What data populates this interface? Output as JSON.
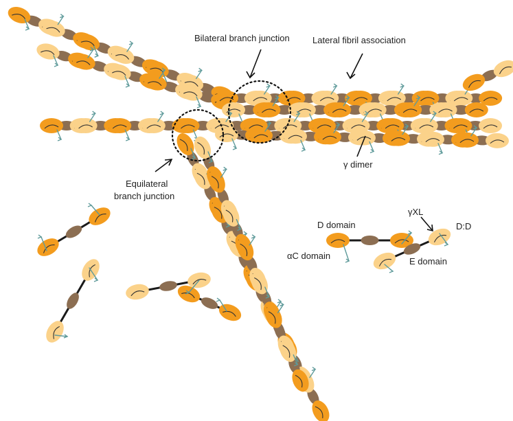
{
  "labels": {
    "bilateral": "Bilateral branch junction",
    "lateral": "Lateral fibril association",
    "gamma_dimer": "γ dimer",
    "equilateral_1": "Equilateral",
    "equilateral_2": "branch junction",
    "d_domain": "D domain",
    "ac_domain": "αC domain",
    "gxl": "γXL",
    "dd": "D:D",
    "e_domain": "E domain"
  },
  "colors": {
    "d_dark": "#f39c1e",
    "d_light": "#fbd28a",
    "e_domain": "#8c6e52",
    "linker": "#1a1a1a",
    "ac_chain": "#5e9a9a"
  }
}
